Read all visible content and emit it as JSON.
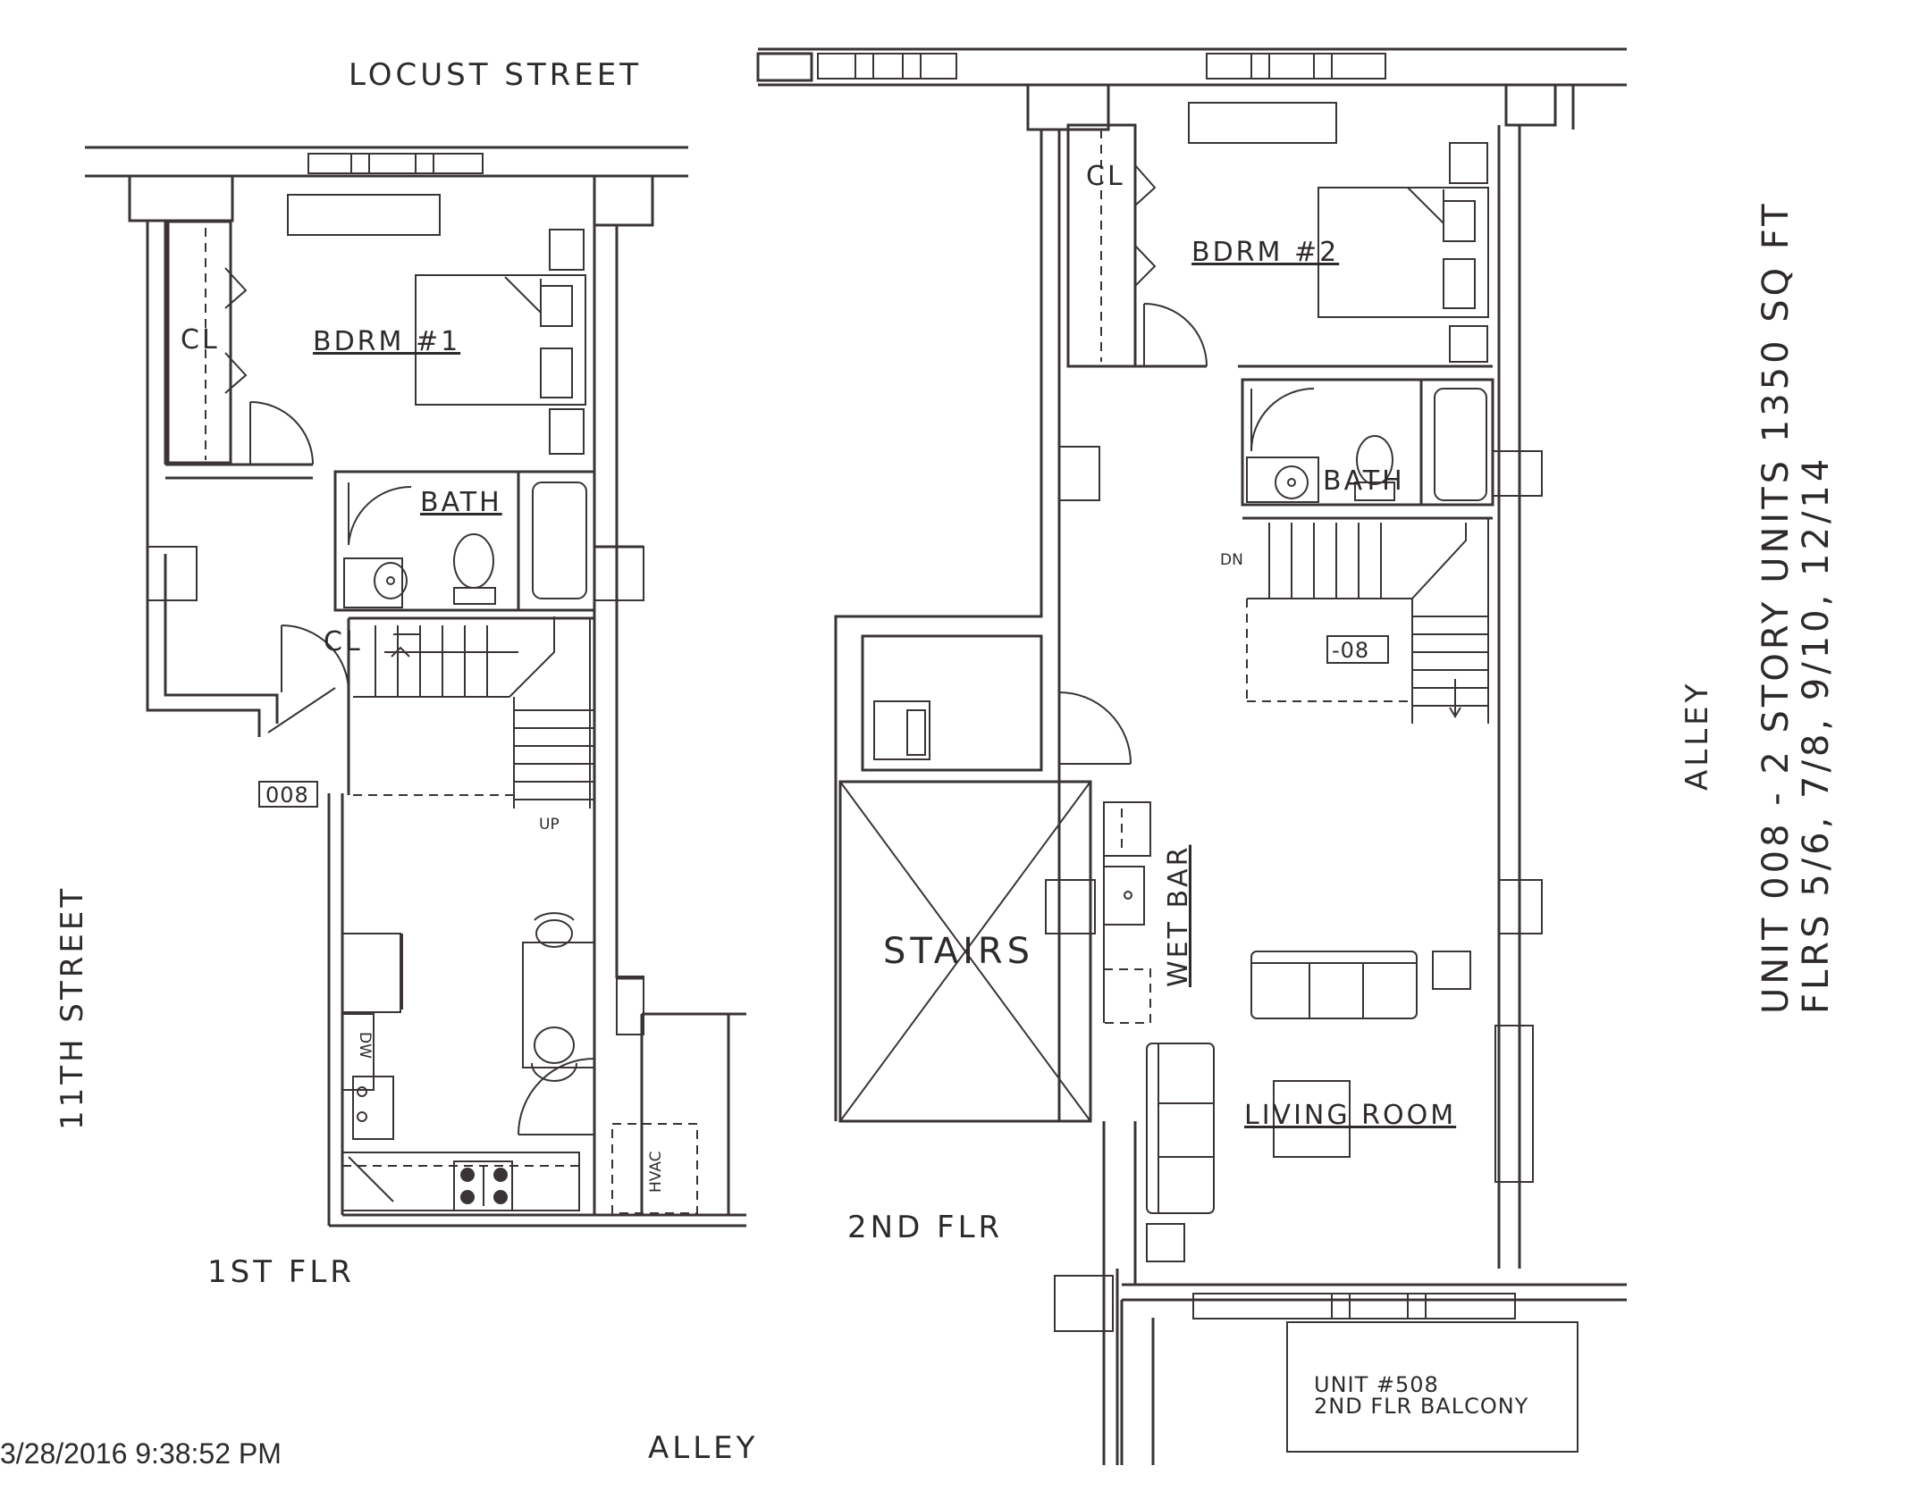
{
  "streets": {
    "top": "LOCUST STREET",
    "left": "11TH STREET",
    "bottom": "ALLEY",
    "right": "ALLEY"
  },
  "floors": {
    "first": "1ST FLR",
    "second": "2ND FLR"
  },
  "rooms": {
    "bedroom1": "BDRM #1",
    "bedroom2": "BDRM #2",
    "bath1": "BATH",
    "bath2": "BATH",
    "closet1": "CL",
    "closet2": "CL",
    "closet3": "CL",
    "living_room": "LIVING ROOM",
    "wet_bar": "WET BAR",
    "stairs": "STAIRS",
    "hvac": "HVAC",
    "dw": "DW"
  },
  "tags": {
    "unit_tag": "008",
    "unit_tag_2": "-08",
    "up": "UP",
    "down": "DN"
  },
  "notes": {
    "unit_line1": "UNIT 008 - 2 STORY UNITS  1350 SQ FT",
    "unit_line2": "FLRS 5/6, 7/8, 9/10, 12/14",
    "balcony_line1": "UNIT #508",
    "balcony_line2": "2ND FLR BALCONY"
  },
  "timestamp": "3/28/2016 9:38:52 PM"
}
